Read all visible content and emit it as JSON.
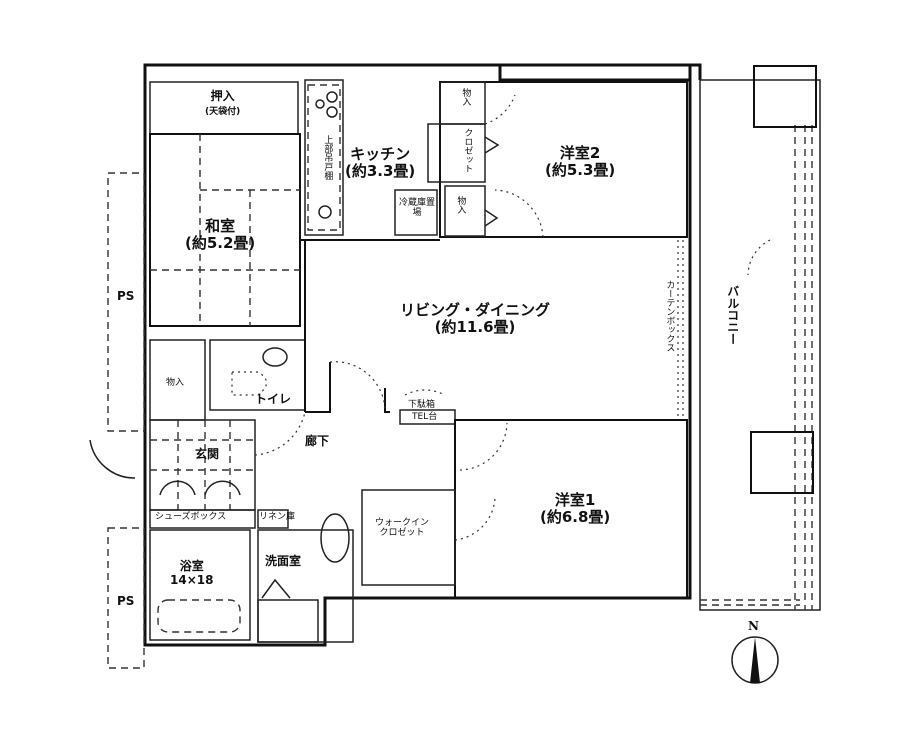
{
  "title": "間取り図",
  "rooms": {
    "oshiire": {
      "name": "押入",
      "note": "(天袋付)"
    },
    "washitsu": {
      "name": "和室",
      "size": "(約5.2畳)"
    },
    "kitchen": {
      "name": "キッチン",
      "size": "(約3.3畳)",
      "cabinet": "上部吊戸棚",
      "fridge": "冷蔵庫置場"
    },
    "youshitsu2": {
      "name": "洋室2",
      "size": "(約5.3畳)"
    },
    "monoire_top": "物入",
    "closet": "クロゼット",
    "monoire_mid": "物入",
    "living": {
      "name": "リビング・ダイニング",
      "size": "(約11.6畳)"
    },
    "curtain_box": "カーテンボックス",
    "balcony": "バルコニー",
    "ps_top": "PS",
    "ps_bottom": "PS",
    "monoire_left": "物入",
    "toilet": "トイレ",
    "genkan": "玄関",
    "corridor": "廊下",
    "shoes_box": "シューズボックス",
    "linen": "リネン庫",
    "shoe_cabinet_tel": "下駄箱",
    "tel": "TEL台",
    "youshitsu1": {
      "name": "洋室1",
      "size": "(約6.8畳)"
    },
    "walkin": {
      "line1": "ウォークイン",
      "line2": "クロゼット"
    },
    "bathroom": {
      "name": "浴室",
      "size": "14×18"
    },
    "washroom": "洗面室"
  },
  "compass": {
    "label": "N",
    "icon": "north-arrow-icon"
  }
}
